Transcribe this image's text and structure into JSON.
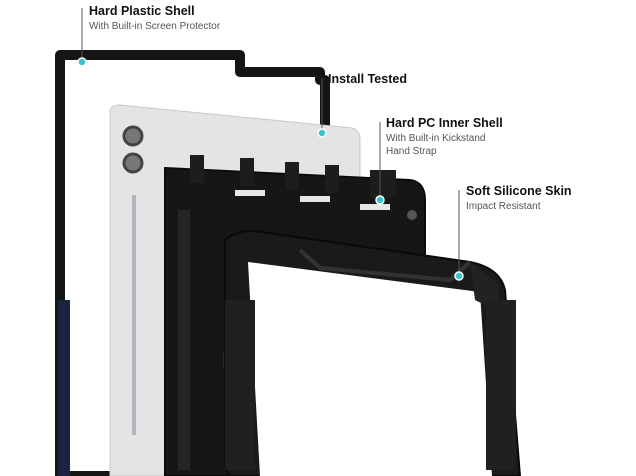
{
  "callouts": [
    {
      "title": "Hard Plastic Shell",
      "subtitle": "With Built-in Screen Protector"
    },
    {
      "title": "Install Tested",
      "subtitle": ""
    },
    {
      "title": "Hard PC Inner Shell",
      "subtitle_lines": [
        "With Built-in Kickstand",
        "Hand Strap"
      ]
    },
    {
      "title": "Soft Silicone Skin",
      "subtitle": "Impact Resistant"
    }
  ],
  "colors": {
    "accent_dot": "#37c4cf",
    "leader_line": "#555555",
    "case_black": "#141414",
    "tablet_silver": "#e4e4e6"
  }
}
